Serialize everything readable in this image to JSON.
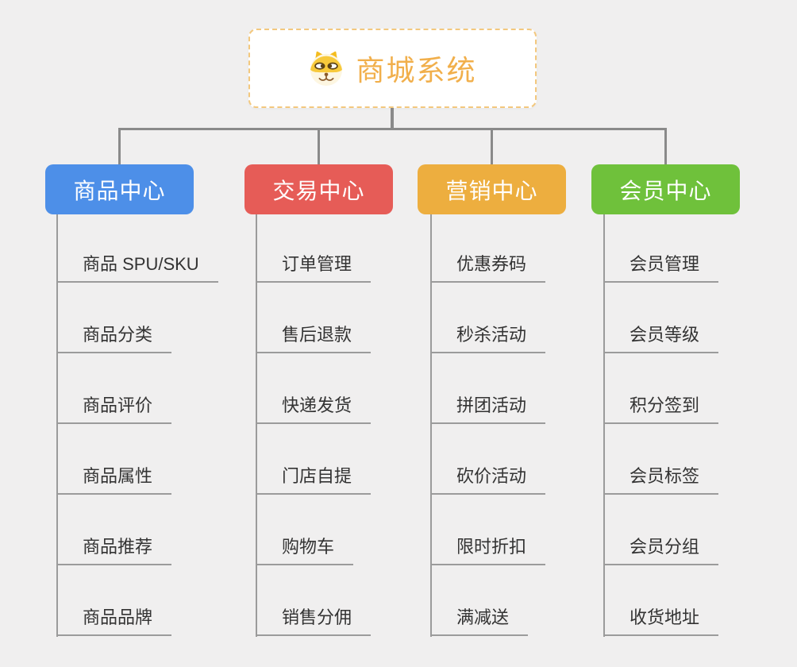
{
  "root": {
    "label": "商城系统",
    "icon": "dog-face-icon",
    "accent_color": "#f1af4b",
    "border_color": "#f3c87e"
  },
  "connector_colors": {
    "trunk": "#8a8a8a",
    "branch": "#9b9b9b"
  },
  "branches": [
    {
      "label": "商品中心",
      "color": "#4d8fe8",
      "items": [
        "商品 SPU/SKU",
        "商品分类",
        "商品评价",
        "商品属性",
        "商品推荐",
        "商品品牌"
      ]
    },
    {
      "label": "交易中心",
      "color": "#e65c57",
      "items": [
        "订单管理",
        "售后退款",
        "快递发货",
        "门店自提",
        "购物车",
        "销售分佣"
      ]
    },
    {
      "label": "营销中心",
      "color": "#edae3f",
      "items": [
        "优惠券码",
        "秒杀活动",
        "拼团活动",
        "砍价活动",
        "限时折扣",
        "满减送"
      ]
    },
    {
      "label": "会员中心",
      "color": "#6fc13b",
      "items": [
        "会员管理",
        "会员等级",
        "积分签到",
        "会员标签",
        "会员分组",
        "收货地址"
      ]
    }
  ]
}
